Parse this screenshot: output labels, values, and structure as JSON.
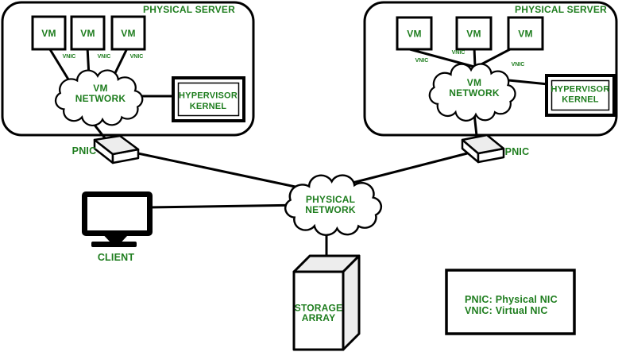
{
  "colors": {
    "label_green": "#1e7d1e",
    "line_black": "#000000",
    "surface_gray": "#ededed",
    "surface_white": "#ffffff"
  },
  "servers": [
    {
      "label": "PHYSICAL SERVER",
      "vms": [
        "VM",
        "VM",
        "VM"
      ],
      "vnics": [
        "VNIC",
        "VNIC",
        "VNIC"
      ],
      "cloud": [
        "VM",
        "NETWORK"
      ],
      "hypervisor": [
        "HYPERVISOR",
        "KERNEL"
      ],
      "pnic": "PNIC"
    },
    {
      "label": "PHYSICAL SERVER",
      "vms": [
        "VM",
        "VM",
        "VM"
      ],
      "vnics": [
        "VNIC",
        "VNIC",
        "VNIC"
      ],
      "cloud": [
        "VM",
        "NETWORK"
      ],
      "hypervisor": [
        "HYPERVISOR",
        "KERNEL"
      ],
      "pnic": "PNIC"
    }
  ],
  "physical_network": [
    "PHYSICAL",
    "NETWORK"
  ],
  "client": {
    "label": "CLIENT"
  },
  "storage_array": [
    "STORAGE",
    "ARRAY"
  ],
  "legend": [
    "PNIC: Physical NIC",
    "VNIC: Virtual NIC"
  ]
}
